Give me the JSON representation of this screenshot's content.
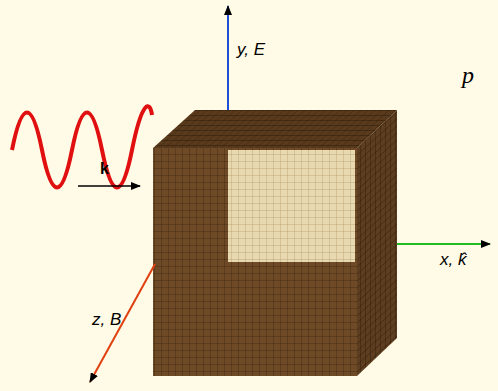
{
  "diagram": {
    "labels": [
      "y, E",
      "x, k̂",
      "z, B",
      "k",
      "p"
    ]
  }
}
